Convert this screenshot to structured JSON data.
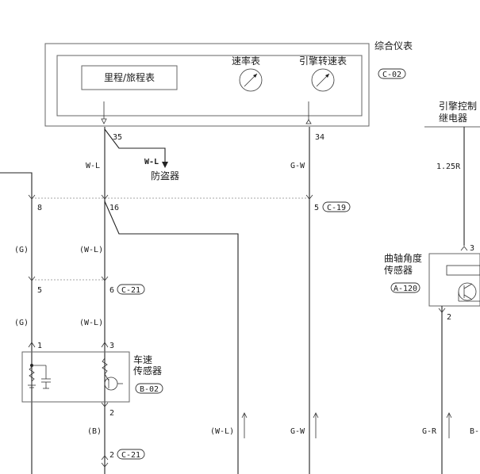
{
  "cluster": {
    "title": "综合仪表",
    "connector": "C-02",
    "odometer": "里程/旅程表",
    "speedometer": "速率表",
    "tachometer": "引擎转速表"
  },
  "ecu": {
    "title_line1": "引擎控制",
    "title_line2": "继电器",
    "wire": "1.25R"
  },
  "crank": {
    "title_line1": "曲轴角度",
    "title_line2": "传感器",
    "connector": "A-120",
    "pin_top": "3",
    "pin_bottom": "2"
  },
  "vss": {
    "title_line1": "车速",
    "title_line2": "传感器",
    "connector": "B-02",
    "pin_left": "1",
    "pin_right": "3",
    "pin_bottom": "2"
  },
  "anti_theft": {
    "wire": "W-L",
    "label": "防盗器"
  },
  "pins": {
    "p35": "35",
    "p34": "34",
    "p8": "8",
    "p16": "16",
    "p5_c19": "5",
    "p5": "5",
    "p6": "6",
    "p2_c21": "2"
  },
  "connectors": {
    "c19": "C-19",
    "c21_top": "C-21",
    "c21_bottom": "C-21"
  },
  "wires": {
    "wl_main": "W-L",
    "gw_main": "G-W",
    "g1": "(G)",
    "wl1": "(W-L)",
    "g2": "(G)",
    "wl2": "(W-L)",
    "b": "(B)",
    "wl_bottom": "(W-L)",
    "gw_bottom": "G-W",
    "gr": "G-R",
    "b_cut": "B-"
  }
}
